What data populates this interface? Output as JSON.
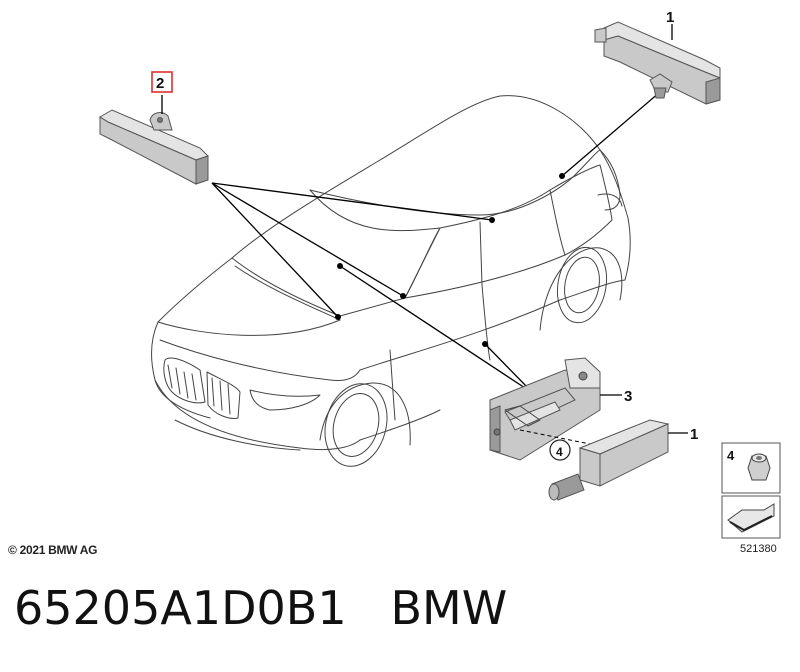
{
  "callouts": {
    "c1_top": "1",
    "c2": "2",
    "c3": "3",
    "c4": "4",
    "c1_bottom": "1",
    "c4_box": "4"
  },
  "copyright": "© 2021 BMW AG",
  "reference_number": "521380",
  "part_caption": "65205A1D0B1   BMW",
  "colors": {
    "highlight_box": "#e03030",
    "part_gray": "#c9c9c9",
    "line": "#000000"
  }
}
